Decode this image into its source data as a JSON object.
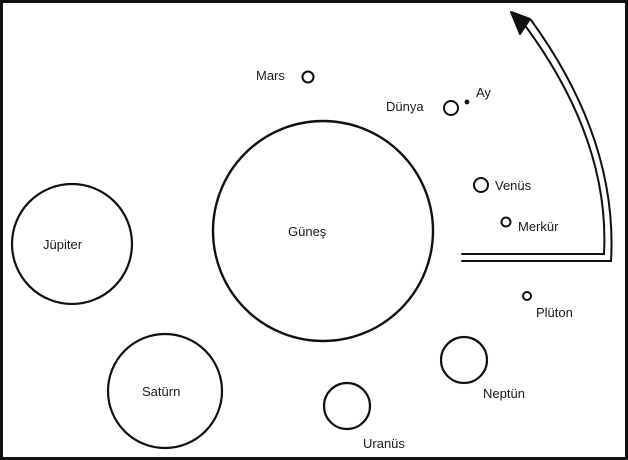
{
  "diagram": {
    "bodies": [
      {
        "id": "sun",
        "label": "Güneş"
      },
      {
        "id": "mercury",
        "label": "Merkür"
      },
      {
        "id": "venus",
        "label": "Venüs"
      },
      {
        "id": "earth",
        "label": "Dünya"
      },
      {
        "id": "moon",
        "label": "Ay"
      },
      {
        "id": "mars",
        "label": "Mars"
      },
      {
        "id": "jupiter",
        "label": "Jüpiter"
      },
      {
        "id": "saturn",
        "label": "Satürn"
      },
      {
        "id": "uranus",
        "label": "Uranüs"
      },
      {
        "id": "neptune",
        "label": "Neptün"
      },
      {
        "id": "pluto",
        "label": "Plüton"
      }
    ],
    "arrow_icon": "curved-double-arrow-icon"
  }
}
